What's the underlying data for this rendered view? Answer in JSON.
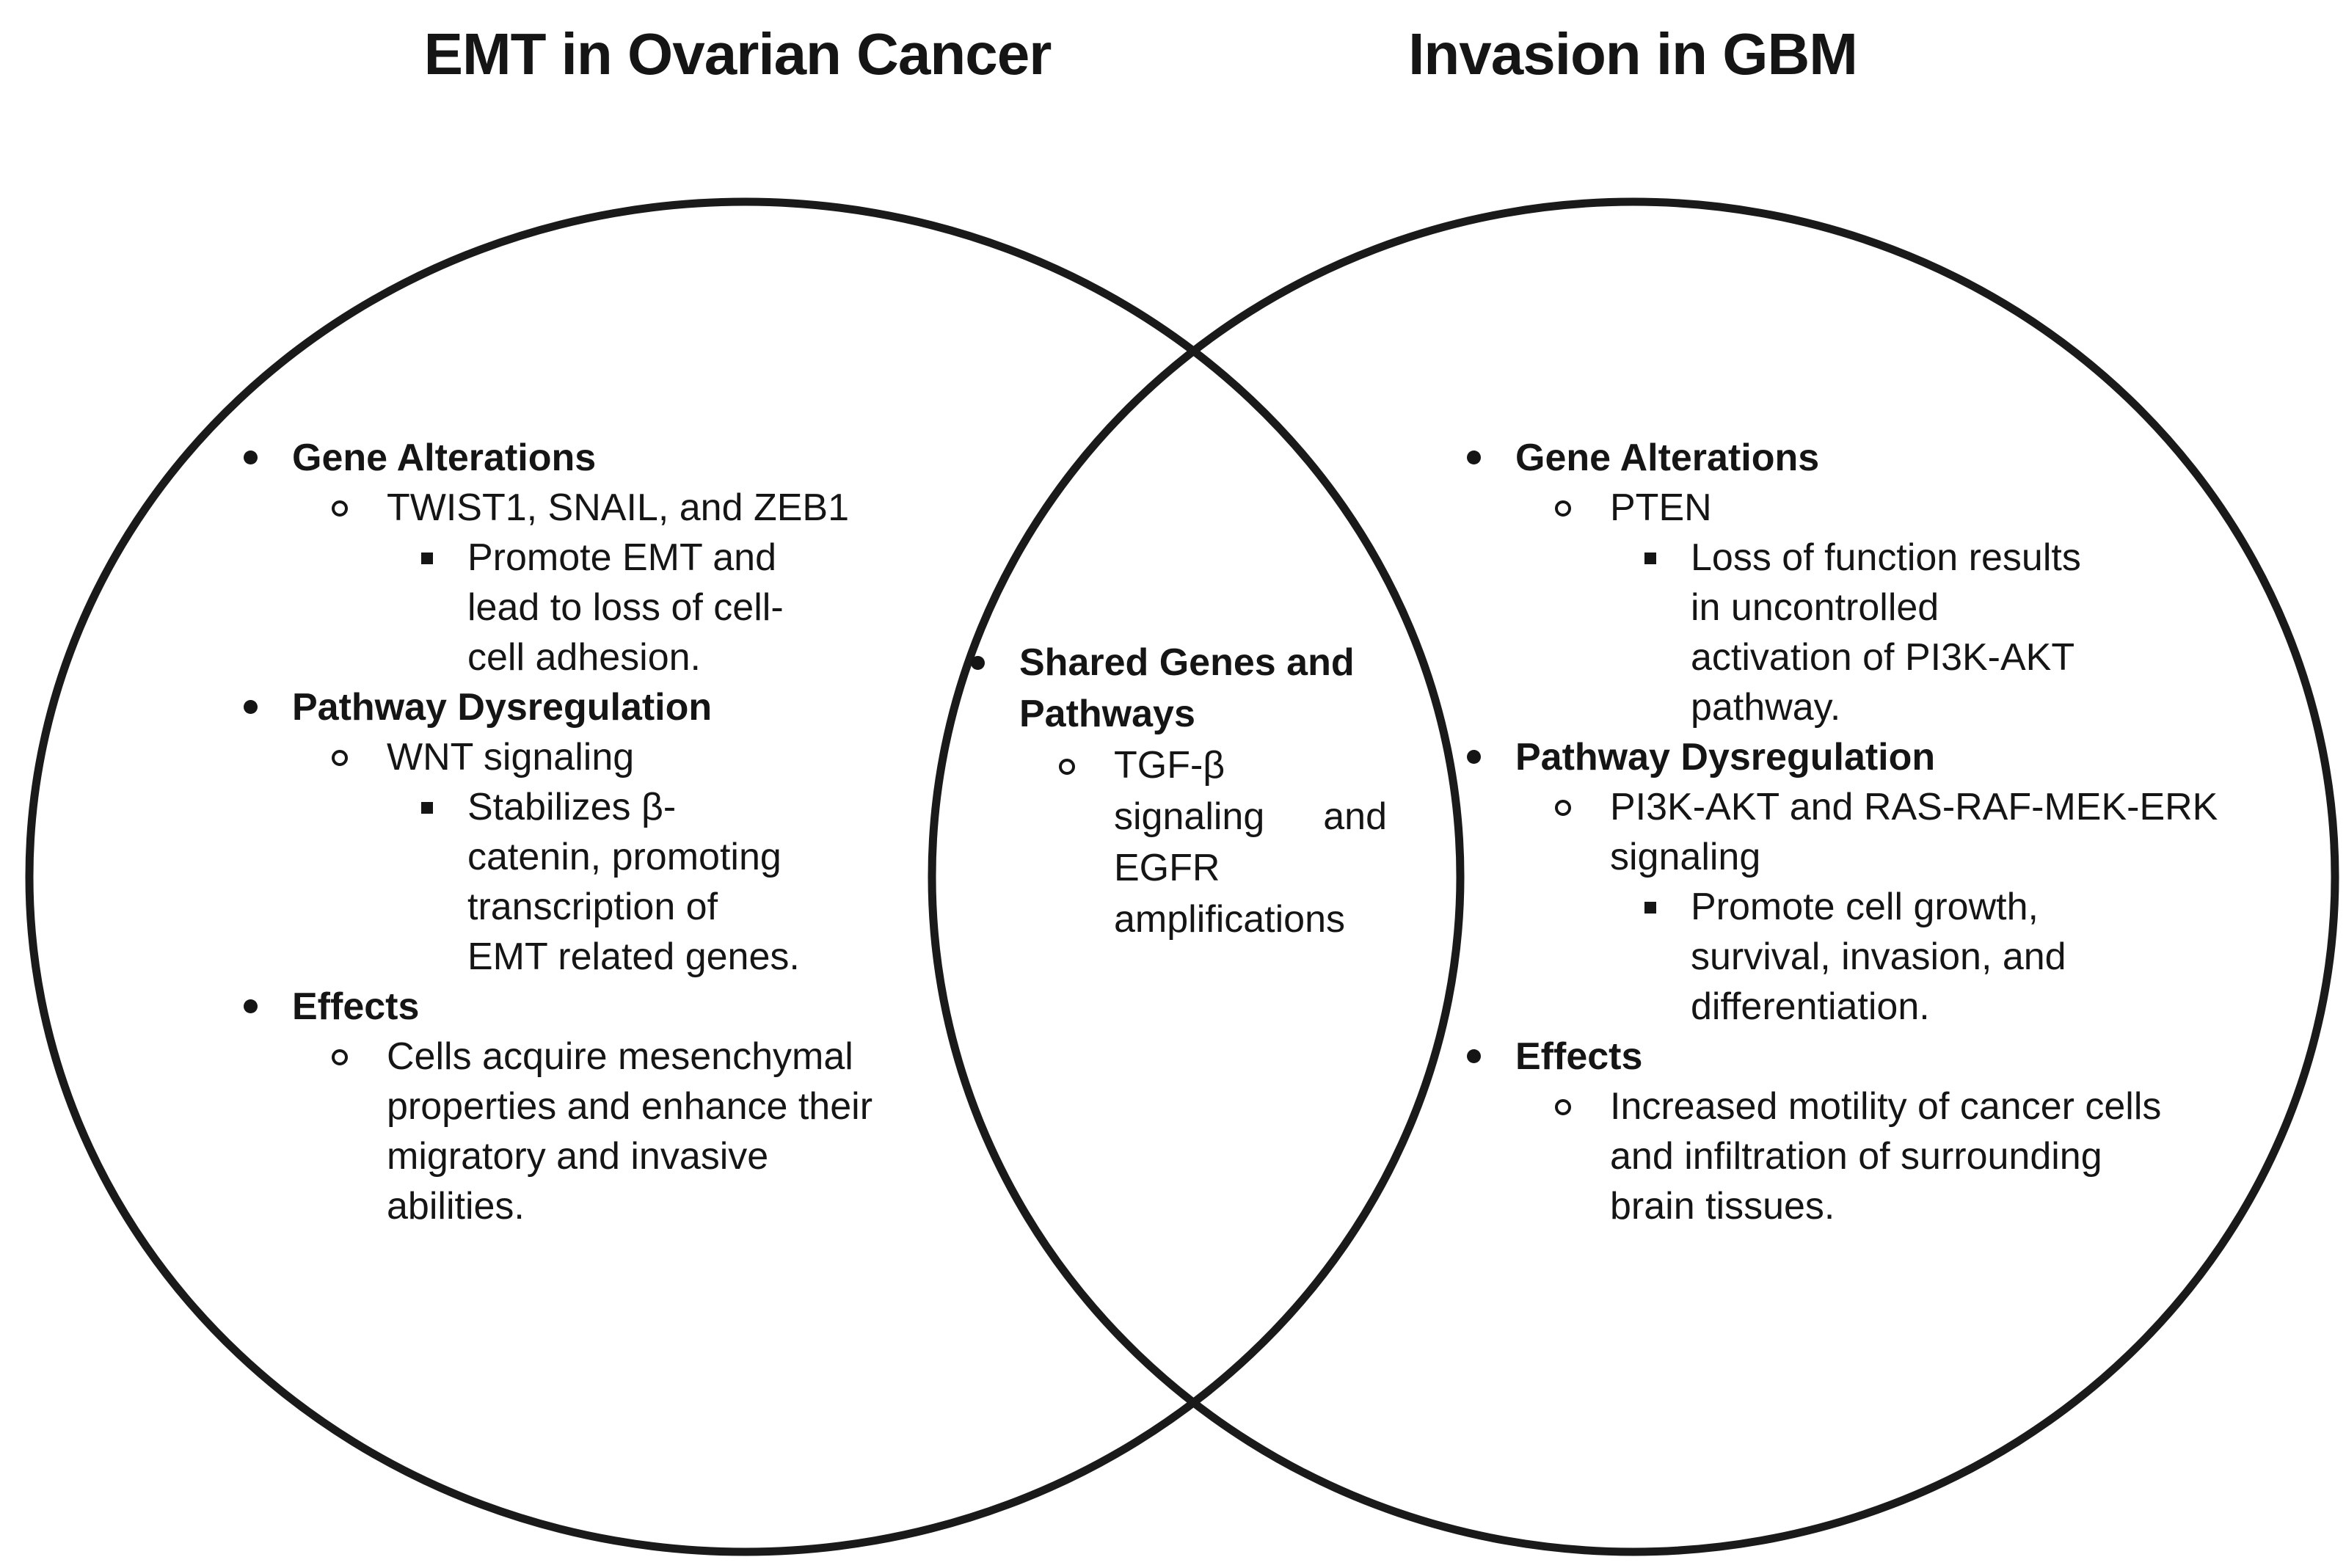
{
  "diagram": {
    "type": "venn",
    "background_color": "#ffffff",
    "stroke_color": "#1a1a1a",
    "text_color": "#151515"
  },
  "titles": {
    "left": "EMT in Ovarian Cancer",
    "right": "Invasion in GBM"
  },
  "left": {
    "items": [
      {
        "level": 1,
        "bold": true,
        "text": "Gene Alterations"
      },
      {
        "level": 2,
        "bold": false,
        "text": "TWIST1, SNAIL, and ZEB1"
      },
      {
        "level": 3,
        "bold": false,
        "text": "Promote EMT and\nlead to loss of cell-\ncell adhesion."
      },
      {
        "level": 1,
        "bold": true,
        "text": "Pathway Dysregulation"
      },
      {
        "level": 2,
        "bold": false,
        "text": "WNT signaling"
      },
      {
        "level": 3,
        "bold": false,
        "text": "Stabilizes β-\ncatenin, promoting\ntranscription of\nEMT related genes."
      },
      {
        "level": 1,
        "bold": true,
        "text": "Effects"
      },
      {
        "level": 2,
        "bold": false,
        "text": "Cells acquire mesenchymal\nproperties and enhance their\nmigratory and invasive\nabilities."
      }
    ]
  },
  "center": {
    "items": [
      {
        "level": 1,
        "bold": true,
        "text": "Shared Genes and\nPathways"
      },
      {
        "level": 2,
        "bold": false,
        "text": "TGF-β\nsignaling and\nEGFR\namplifications"
      }
    ]
  },
  "right": {
    "items": [
      {
        "level": 1,
        "bold": true,
        "text": "Gene Alterations"
      },
      {
        "level": 2,
        "bold": false,
        "text": "PTEN"
      },
      {
        "level": 3,
        "bold": false,
        "text": "Loss of function results\nin uncontrolled\nactivation of PI3K-AKT\npathway."
      },
      {
        "level": 1,
        "bold": true,
        "text": "Pathway Dysregulation"
      },
      {
        "level": 2,
        "bold": false,
        "text": "PI3K-AKT and RAS-RAF-MEK-ERK\nsignaling"
      },
      {
        "level": 3,
        "bold": false,
        "text": "Promote cell growth,\nsurvival, invasion, and\ndifferentiation."
      },
      {
        "level": 1,
        "bold": true,
        "text": "Effects"
      },
      {
        "level": 2,
        "bold": false,
        "text": "Increased motility of cancer cells\nand infiltration of surrounding\nbrain tissues."
      }
    ]
  }
}
